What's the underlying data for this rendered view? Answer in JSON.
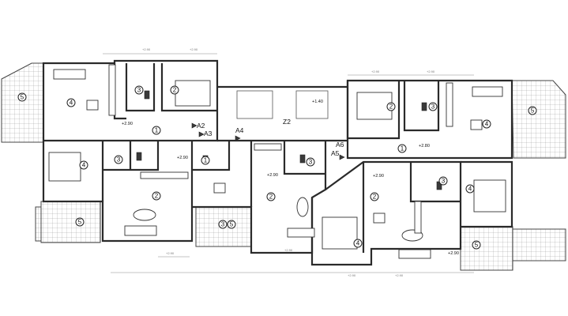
{
  "sheet": {
    "room_numbers": [
      "1",
      "2",
      "3",
      "4",
      "5"
    ],
    "labels": {
      "a2": "A2",
      "a3": "A3",
      "a4": "A4",
      "a5": "A5",
      "a6": "A6",
      "z2": "Z2"
    },
    "levels": {
      "l1": "+2.90",
      "l2": "+2.90",
      "l3": "+2.90",
      "l4": "+2.90",
      "l5": "+2.80",
      "l6": "+2.90"
    },
    "stair_note": "+1.40"
  }
}
